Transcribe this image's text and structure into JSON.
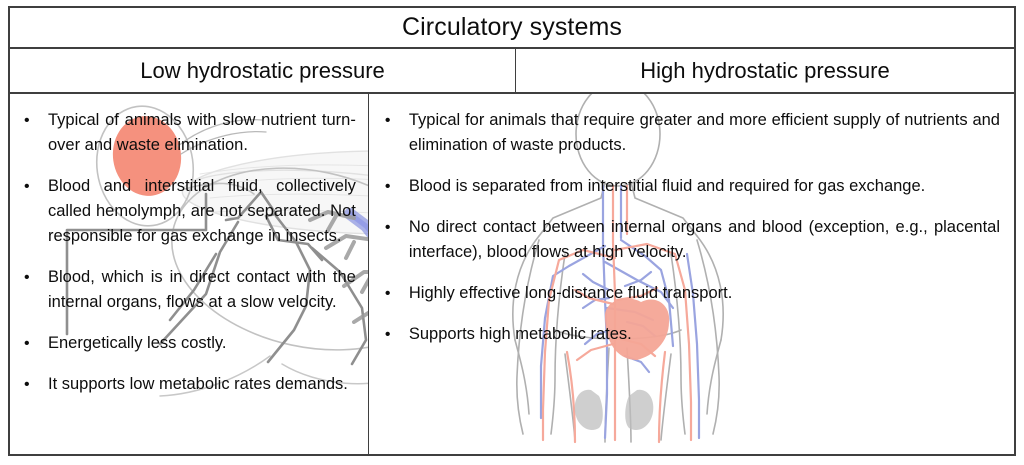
{
  "table": {
    "title": "Circulatory systems",
    "border_color": "#3f3f3f",
    "columns": [
      {
        "header": "Low hydrostatic pressure"
      },
      {
        "header": "High hydrostatic pressure"
      }
    ],
    "bullet_glyph": "•"
  },
  "left_column": {
    "header": "Low hydrostatic pressure",
    "bullets": [
      "Typical of animals with slow nutrient turn-over and waste elimination.",
      "Blood and interstitial fluid, collectively called hemolymph, are not separated. Not responsible for gas exchange in insects.",
      "Blood, which is in direct contact with the internal organs, flows at a slow velocity.",
      "Energetically less costly.",
      "It supports low metabolic rates demands."
    ],
    "artwork": {
      "name": "insect-open-circulatory-diagram",
      "body_outline_color": "#b8b8b8",
      "head_blob_color": "#f5917e",
      "leg_color": "#8f8f8f",
      "wing_color": "#e3e3e3",
      "dorsal_vessel_color": "#7b86dd"
    }
  },
  "right_column": {
    "header": "High hydrostatic pressure",
    "bullets": [
      "Typical for animals that require greater and more efficient supply of nutrients and elimination of waste products.",
      "Blood is separated from interstitial fluid and required for gas exchange.",
      "No direct contact between internal organs and blood (exception, e.g., placental interface), blood flows at high velocity.",
      "Highly effective long-distance fluid transport.",
      "Supports high metabolic rates."
    ],
    "artwork": {
      "name": "human-closed-circulatory-diagram",
      "body_outline_color": "#b0b0b0",
      "artery_color": "#f6a99b",
      "vein_color": "#9aa4e0",
      "heart_color": "#f4a596",
      "kidney_color": "#bdbdbd"
    }
  }
}
